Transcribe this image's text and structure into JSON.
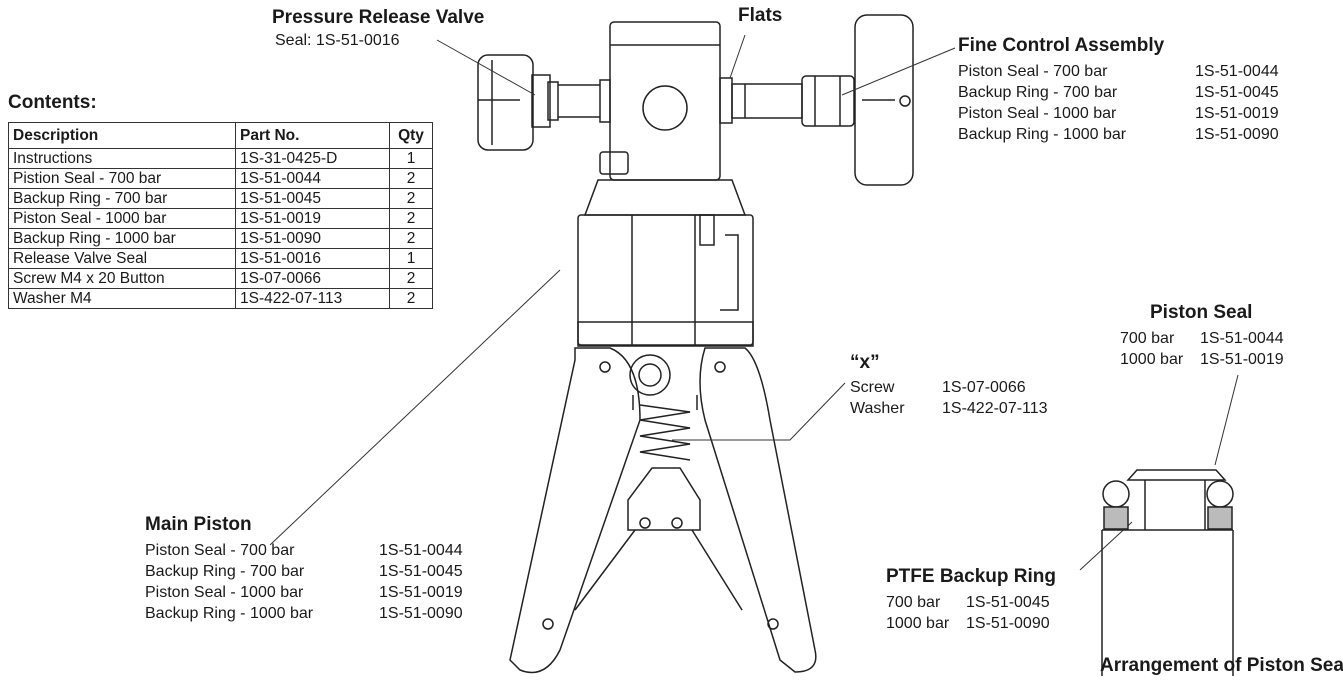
{
  "pressure_release_valve": {
    "title": "Pressure Release Valve",
    "seal": "Seal: 1S-51-0016"
  },
  "flats": {
    "title": "Flats"
  },
  "fine_control": {
    "title": "Fine Control Assembly",
    "items": [
      {
        "label": "Piston Seal - 700 bar",
        "part": "1S-51-0044"
      },
      {
        "label": "Backup Ring - 700 bar",
        "part": "1S-51-0045"
      },
      {
        "label": "Piston Seal - 1000 bar",
        "part": "1S-51-0019"
      },
      {
        "label": "Backup Ring - 1000 bar",
        "part": "1S-51-0090"
      }
    ]
  },
  "contents": {
    "title": "Contents:",
    "headers": [
      "Description",
      "Part No.",
      "Qty"
    ],
    "rows": [
      [
        "Instructions",
        "1S-31-0425-D",
        "1"
      ],
      [
        "Pistion Seal - 700 bar",
        "1S-51-0044",
        "2"
      ],
      [
        "Backup Ring - 700 bar",
        "1S-51-0045",
        "2"
      ],
      [
        "Piston Seal - 1000 bar",
        "1S-51-0019",
        "2"
      ],
      [
        "Backup Ring - 1000 bar",
        "1S-51-0090",
        "2"
      ],
      [
        "Release Valve Seal",
        "1S-51-0016",
        "1"
      ],
      [
        "Screw M4 x 20 Button",
        "1S-07-0066",
        "2"
      ],
      [
        "Washer M4",
        "1S-422-07-113",
        "2"
      ]
    ]
  },
  "x_callout": {
    "title": "“x”",
    "items": [
      {
        "label": "Screw",
        "part": "1S-07-0066"
      },
      {
        "label": "Washer",
        "part": "1S-422-07-113"
      }
    ]
  },
  "piston_seal": {
    "title": "Piston Seal",
    "items": [
      {
        "label": "700 bar",
        "part": "1S-51-0044"
      },
      {
        "label": "1000 bar",
        "part": "1S-51-0019"
      }
    ]
  },
  "main_piston": {
    "title": "Main Piston",
    "items": [
      {
        "label": "Piston Seal - 700 bar",
        "part": "1S-51-0044"
      },
      {
        "label": "Backup Ring - 700 bar",
        "part": "1S-51-0045"
      },
      {
        "label": "Piston Seal - 1000 bar",
        "part": "1S-51-0019"
      },
      {
        "label": "Backup Ring - 1000 bar",
        "part": "1S-51-0090"
      }
    ]
  },
  "ptfe_backup": {
    "title": "PTFE Backup Ring",
    "items": [
      {
        "label": "700 bar",
        "part": "1S-51-0045"
      },
      {
        "label": "1000 bar",
        "part": "1S-51-0090"
      }
    ]
  },
  "arrangement": {
    "title": "Arrangement of Piston Seals"
  }
}
